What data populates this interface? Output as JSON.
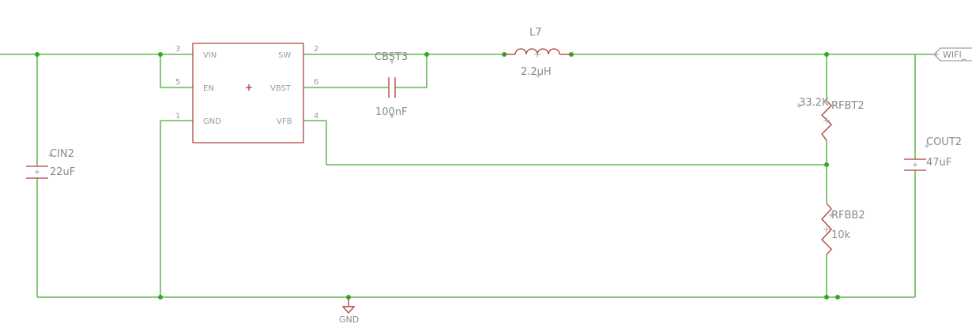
{
  "ic": {
    "pins": {
      "vin": {
        "num": "3",
        "name": "VIN"
      },
      "en": {
        "num": "5",
        "name": "EN"
      },
      "gnd": {
        "num": "1",
        "name": "GND"
      },
      "sw": {
        "num": "2",
        "name": "SW"
      },
      "vbst": {
        "num": "6",
        "name": "VBST"
      },
      "vfb": {
        "num": "4",
        "name": "VFB"
      }
    }
  },
  "components": {
    "cin": {
      "ref": "CIN2",
      "value": "22uF"
    },
    "cbst": {
      "ref": "CBST3",
      "value": "100nF"
    },
    "inductor": {
      "ref": "L7",
      "value": "2.2uH"
    },
    "rfbt": {
      "ref": "RFBT2",
      "value": "33.2K"
    },
    "rfbb": {
      "ref": "RFBB2",
      "value": "10k"
    },
    "cout": {
      "ref": "COUT2",
      "value": "47uF"
    }
  },
  "nets": {
    "ground": "GND",
    "output_label": "WIFI_"
  },
  "colors": {
    "wire": "#44aa33",
    "component": "#b13a3a",
    "label": "#8a8a8a"
  }
}
